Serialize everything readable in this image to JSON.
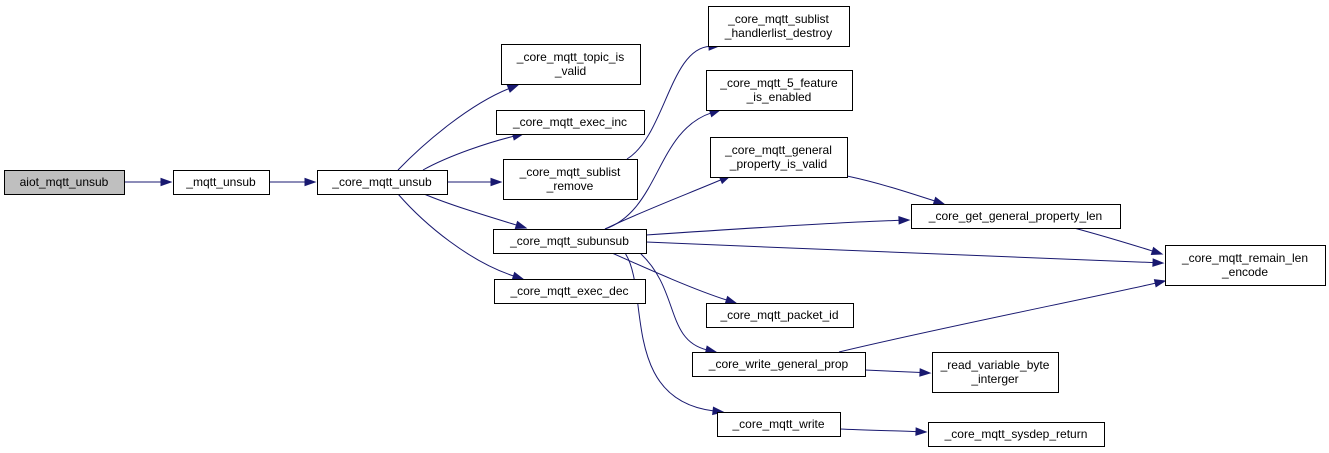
{
  "diagram": {
    "type": "call-graph",
    "colors": {
      "edge": "#191970",
      "root_fill": "#bfbfbf",
      "node_fill": "#ffffff",
      "node_border": "#000000"
    },
    "nodes": [
      {
        "id": "aiot_mqtt_unsub",
        "lines": [
          "aiot_mqtt_unsub"
        ],
        "root": true
      },
      {
        "id": "mqtt_unsub",
        "lines": [
          "_mqtt_unsub"
        ]
      },
      {
        "id": "core_mqtt_unsub",
        "lines": [
          "_core_mqtt_unsub"
        ]
      },
      {
        "id": "topic_is_valid",
        "lines": [
          "_core_mqtt_topic_is",
          "_valid"
        ]
      },
      {
        "id": "exec_inc",
        "lines": [
          "_core_mqtt_exec_inc"
        ]
      },
      {
        "id": "sublist_remove",
        "lines": [
          "_core_mqtt_sublist",
          "_remove"
        ]
      },
      {
        "id": "subunsub",
        "lines": [
          "_core_mqtt_subunsub"
        ]
      },
      {
        "id": "exec_dec",
        "lines": [
          "_core_mqtt_exec_dec"
        ]
      },
      {
        "id": "handlerlist_destroy",
        "lines": [
          "_core_mqtt_sublist",
          "_handlerlist_destroy"
        ]
      },
      {
        "id": "feature_enabled",
        "lines": [
          "_core_mqtt_5_feature",
          "_is_enabled"
        ]
      },
      {
        "id": "general_property_valid",
        "lines": [
          "_core_mqtt_general",
          "_property_is_valid"
        ]
      },
      {
        "id": "packet_id",
        "lines": [
          "_core_mqtt_packet_id"
        ]
      },
      {
        "id": "write_general_prop",
        "lines": [
          "_core_write_general_prop"
        ]
      },
      {
        "id": "mqtt_write",
        "lines": [
          "_core_mqtt_write"
        ]
      },
      {
        "id": "general_property_len",
        "lines": [
          "_core_get_general_property_len"
        ]
      },
      {
        "id": "remain_len_encode",
        "lines": [
          "_core_mqtt_remain_len",
          "_encode"
        ]
      },
      {
        "id": "read_variable_byte",
        "lines": [
          "_read_variable_byte",
          "_interger"
        ]
      },
      {
        "id": "sysdep_return",
        "lines": [
          "_core_mqtt_sysdep_return"
        ]
      }
    ],
    "edges": [
      {
        "from": "aiot_mqtt_unsub",
        "to": "mqtt_unsub"
      },
      {
        "from": "mqtt_unsub",
        "to": "core_mqtt_unsub"
      },
      {
        "from": "core_mqtt_unsub",
        "to": "topic_is_valid"
      },
      {
        "from": "core_mqtt_unsub",
        "to": "exec_inc"
      },
      {
        "from": "core_mqtt_unsub",
        "to": "sublist_remove"
      },
      {
        "from": "core_mqtt_unsub",
        "to": "subunsub"
      },
      {
        "from": "core_mqtt_unsub",
        "to": "exec_dec"
      },
      {
        "from": "sublist_remove",
        "to": "handlerlist_destroy"
      },
      {
        "from": "subunsub",
        "to": "feature_enabled"
      },
      {
        "from": "subunsub",
        "to": "general_property_valid"
      },
      {
        "from": "subunsub",
        "to": "general_property_len"
      },
      {
        "from": "subunsub",
        "to": "remain_len_encode"
      },
      {
        "from": "subunsub",
        "to": "packet_id"
      },
      {
        "from": "subunsub",
        "to": "write_general_prop"
      },
      {
        "from": "subunsub",
        "to": "mqtt_write"
      },
      {
        "from": "general_property_valid",
        "to": "general_property_len"
      },
      {
        "from": "general_property_len",
        "to": "remain_len_encode"
      },
      {
        "from": "write_general_prop",
        "to": "remain_len_encode"
      },
      {
        "from": "write_general_prop",
        "to": "read_variable_byte"
      },
      {
        "from": "mqtt_write",
        "to": "sysdep_return"
      }
    ]
  }
}
